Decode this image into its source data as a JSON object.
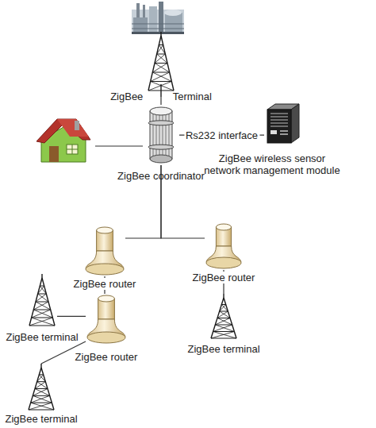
{
  "diagram": {
    "nodes": [
      {
        "text": [
          "ZigBee Terminal"
        ]
      },
      {
        "text": [
          "ZigBee coordinator"
        ]
      },
      {
        "text": [
          "ZigBee wireless sensor network management module"
        ]
      },
      {
        "text": [
          "ZigBee router"
        ]
      },
      {
        "text": [
          "ZigBee router"
        ]
      },
      {
        "text": [
          "ZigBee terminal"
        ]
      },
      {
        "text": [
          "ZigBee router"
        ]
      },
      {
        "text": [
          "ZigBee terminal"
        ]
      },
      {
        "text": [
          "ZigBee terminal"
        ]
      }
    ],
    "edges": [
      {
        "from": 0,
        "to": 1,
        "arrow": "none"
      },
      {
        "from": 1,
        "to": 2,
        "label": "Rs232 interface",
        "arrow": "none"
      },
      {
        "from": 1,
        "to": 3,
        "arrow": "none"
      },
      {
        "from": 1,
        "to": 4,
        "arrow": "none"
      },
      {
        "from": 3,
        "to": 6,
        "arrow": "none"
      },
      {
        "from": 6,
        "to": 5,
        "arrow": "none"
      },
      {
        "from": 4,
        "to": 7,
        "arrow": "none"
      },
      {
        "from": 6,
        "to": 8,
        "arrow": "none"
      }
    ]
  }
}
